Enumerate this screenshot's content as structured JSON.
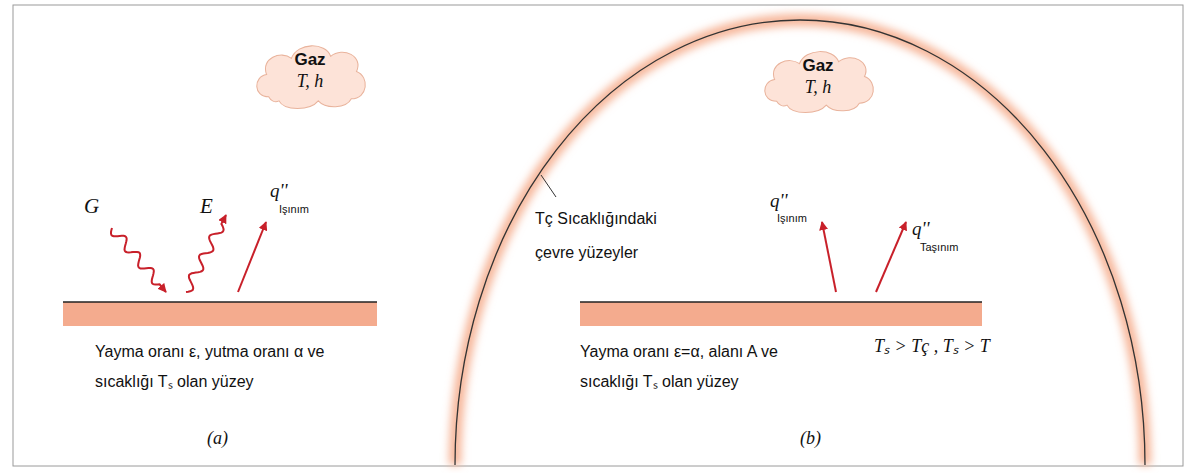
{
  "diagram": {
    "nodes": [
      {
        "text": [
          "Gaz",
          "T, h"
        ]
      },
      {
        "text": [
          "Gaz",
          "T, h"
        ]
      }
    ],
    "labels": [
      "G",
      "E",
      "q''",
      "Işınım",
      "Yayma oranı ε, yutma oranı α ve sıcaklığı Tₛ olan yüzey",
      "(a)",
      "Tç Sıcaklığındaki çevre yüzeyler",
      "q''",
      "Işınım",
      "q''",
      "Taşınım",
      "Yayma oranı ε=α, alanı A ve sıcaklığı Tₛ olan yüzey",
      "Tₛ > Tç , Tₛ > T",
      "(b)"
    ]
  }
}
